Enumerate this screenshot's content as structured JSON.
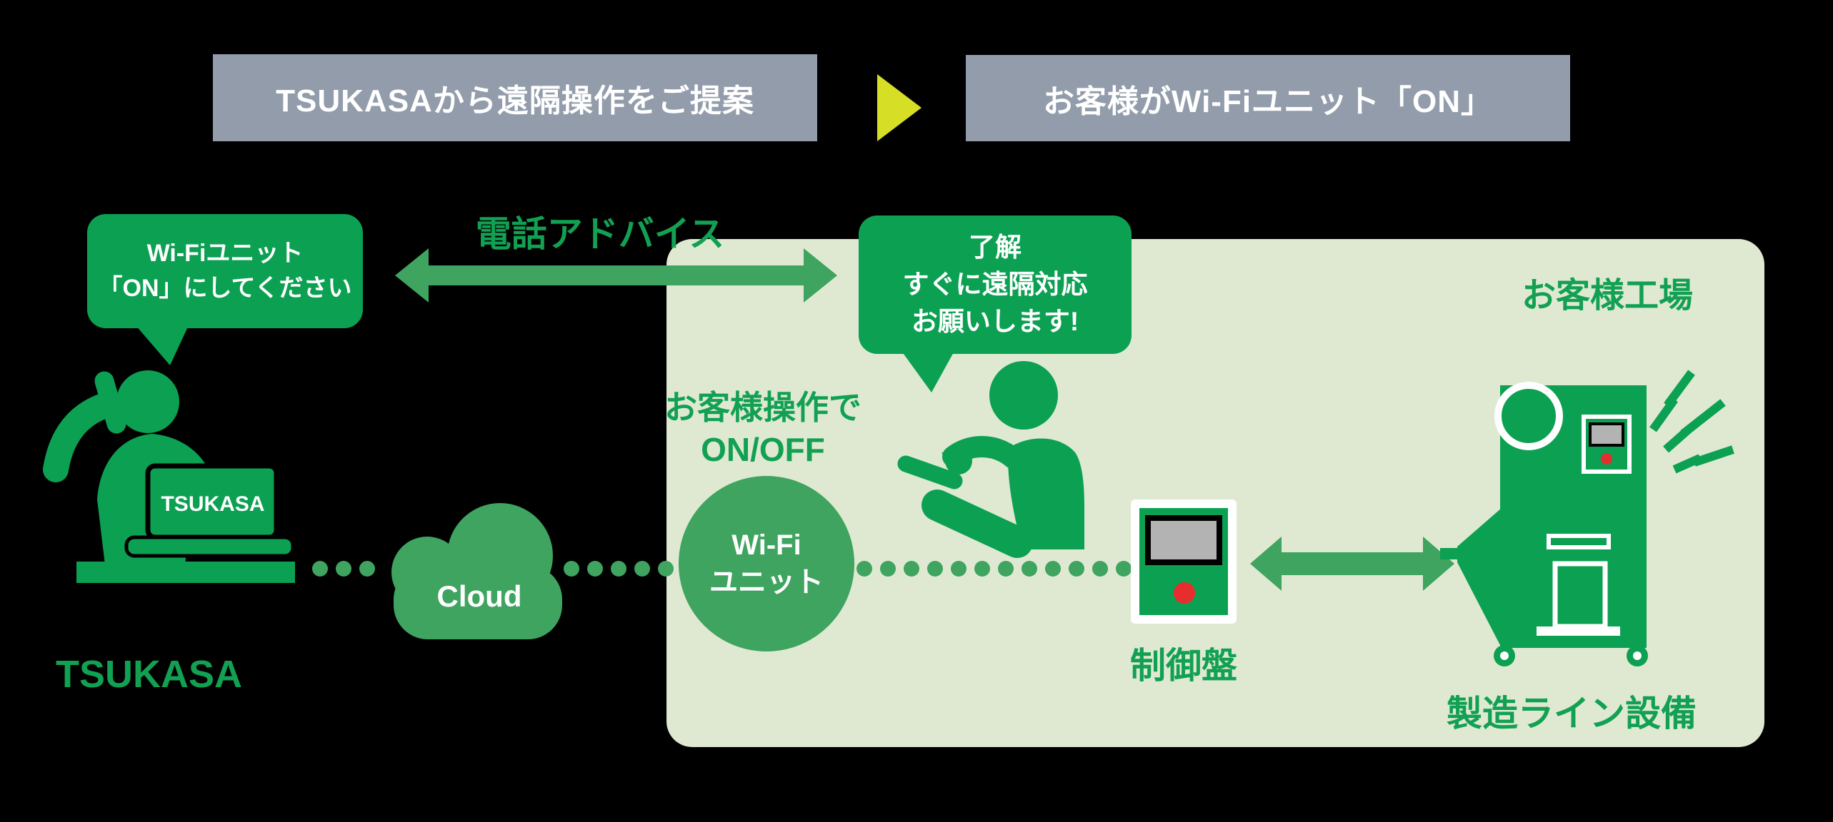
{
  "steps": {
    "step1": "TSUKASAから遠隔操作をご提案",
    "step2": "お客様がWi-Fiユニット「ON」"
  },
  "tsukasa": {
    "speech_line1": "Wi-Fiユニット",
    "speech_line2": "「ON」にしてください",
    "laptop_screen": "TSUKASA",
    "name": "TSUKASA"
  },
  "connection": {
    "phone_advice": "電話アドバイス",
    "cloud": "Cloud"
  },
  "customer": {
    "speech_line1": "了解",
    "speech_line2": "すぐに遠隔対応",
    "speech_line3": "お願いします!",
    "operation_line1": "お客様操作で",
    "operation_line2": "ON/OFF",
    "factory": "お客様工場",
    "wifi_line1": "Wi-Fi",
    "wifi_line2": "ユニット",
    "control_panel": "制御盤",
    "equipment": "製造ライン設備"
  },
  "colors": {
    "background": "#000000",
    "primary_green": "#0ca052",
    "soft_green": "#3ea45f",
    "panel_bg": "#dfe9d2",
    "header_gray": "#929cab",
    "accent_yellow": "#d6de26",
    "alert_red": "#e62e2e",
    "screen_gray": "#b3b3b3"
  }
}
